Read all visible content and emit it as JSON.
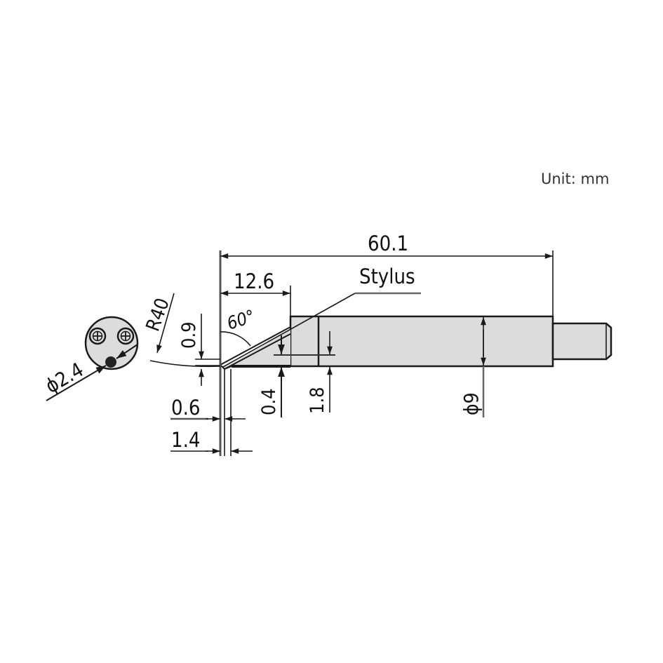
{
  "drawing": {
    "unit_label": "Unit: mm",
    "callout": "Stylus",
    "dimensions": {
      "overall_length": "60.1",
      "tip_length": "12.6",
      "tip_angle": "60°",
      "radius": "R40",
      "tip_height": "0.9",
      "tip_width_a": "0.6",
      "tip_width_b": "1.4",
      "offset_a": "0.4",
      "offset_b": "1.8",
      "body_diameter": "ϕ9",
      "end_view_diameter": "ϕ2.4"
    },
    "colors": {
      "line": "#1a1a1a",
      "fill": "#dcdcdc",
      "dim_line": "#555555"
    }
  }
}
